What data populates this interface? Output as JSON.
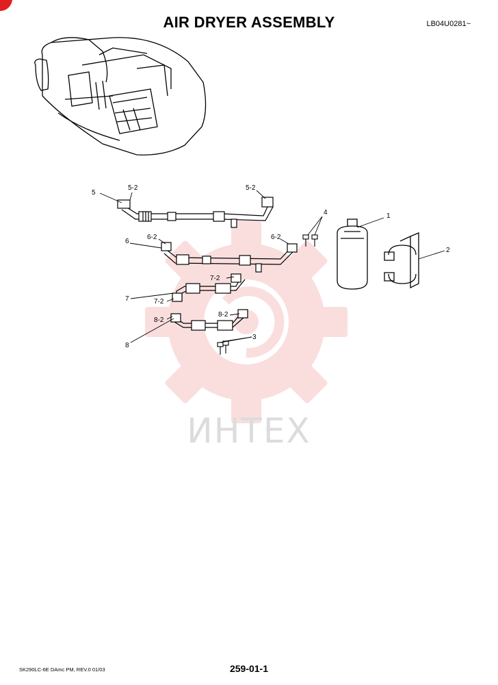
{
  "header": {
    "title": "AIR DRYER ASSEMBLY",
    "serial": "LB04U0281~"
  },
  "watermark": {
    "text": "ИНТЕХ"
  },
  "callouts": {
    "p1": "1",
    "p2": "2",
    "p3": "3",
    "p4": "4",
    "p5": "5",
    "p5_2a": "5-2",
    "p5_2b": "5-2",
    "p6": "6",
    "p6_2a": "6-2",
    "p6_2b": "6-2",
    "p7": "7",
    "p7_2a": "7-2",
    "p7_2b": "7-2",
    "p8": "8",
    "p8_2a": "8-2",
    "p8_2b": "8-2"
  },
  "footer": {
    "manual": "SK290LC-6E DAmc PM, REV.0 01/03",
    "page": "259-01-1"
  },
  "colors": {
    "watermark": "#f7c4c4",
    "corner_badge": "#e02020"
  }
}
